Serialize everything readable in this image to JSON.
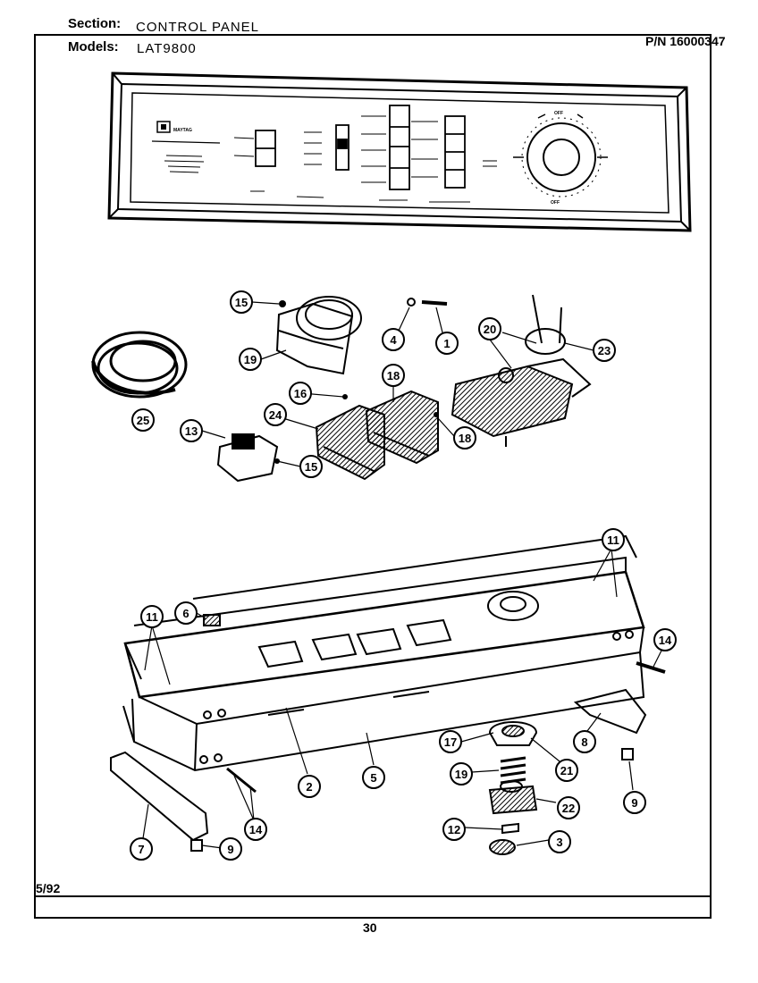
{
  "header": {
    "section_label": "Section:",
    "section_value": "CONTROL PANEL",
    "models_label": "Models:",
    "models_value": "LAT9800",
    "part_number": "P/N 16000347"
  },
  "footer": {
    "date": "5/92",
    "page_number": "30"
  },
  "control_panel": {
    "brand": "MAYTAG",
    "timer_marks": [
      "OFF",
      "OFF"
    ]
  },
  "callouts": [
    "15",
    "19",
    "4",
    "1",
    "20",
    "23",
    "25",
    "16",
    "18",
    "24",
    "18",
    "13",
    "15",
    "11",
    "6",
    "11",
    "14",
    "17",
    "21",
    "19",
    "8",
    "22",
    "12",
    "3",
    "9",
    "2",
    "5",
    "14",
    "7",
    "9"
  ]
}
